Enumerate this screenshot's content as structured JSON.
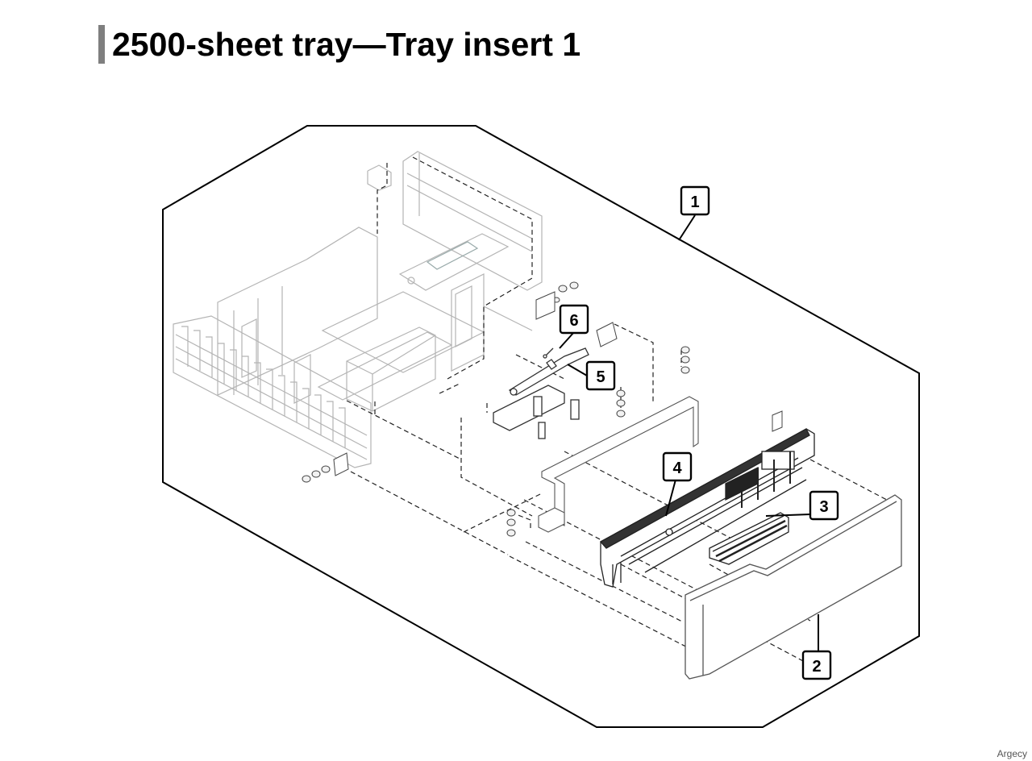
{
  "page": {
    "title": "2500-sheet tray—Tray insert 1",
    "watermark": "Argecy"
  },
  "diagram": {
    "callouts": [
      {
        "id": "callout-1",
        "label": "1"
      },
      {
        "id": "callout-2",
        "label": "2"
      },
      {
        "id": "callout-3",
        "label": "3"
      },
      {
        "id": "callout-4",
        "label": "4"
      },
      {
        "id": "callout-5",
        "label": "5"
      },
      {
        "id": "callout-6",
        "label": "6"
      }
    ]
  }
}
